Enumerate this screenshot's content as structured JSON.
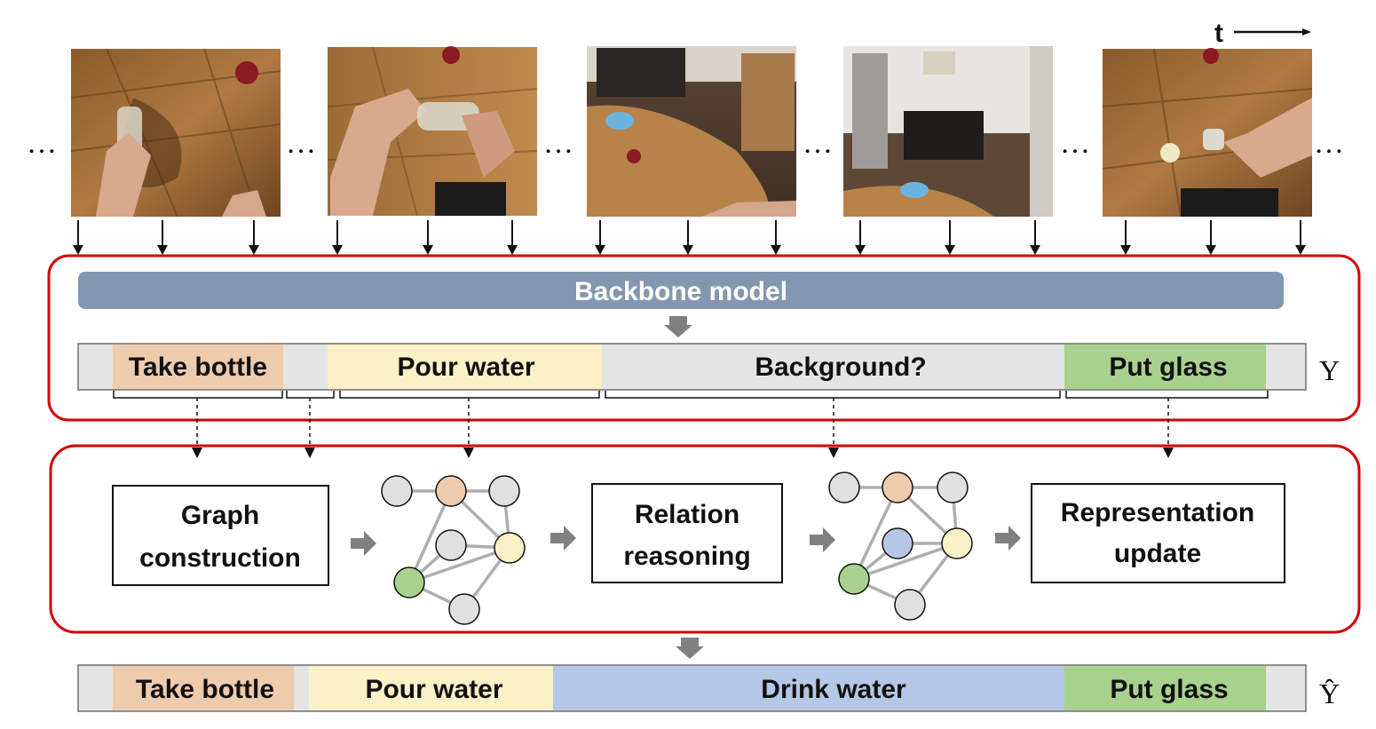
{
  "time_label": "t",
  "ellipsis": "…",
  "backbone": {
    "label": "Backbone model"
  },
  "initial_segments": {
    "label": "Y",
    "segments": [
      {
        "label": "Take bottle",
        "color": "#EFCBAE"
      },
      {
        "label": "Pour water",
        "color": "#FBF0C6"
      },
      {
        "label": "Background?",
        "color": "#E4E4E4"
      },
      {
        "label": "Put glass",
        "color": "#A9D18E"
      }
    ]
  },
  "steps": {
    "graph_construction": {
      "line1": "Graph",
      "line2": "construction"
    },
    "relation_reasoning": {
      "line1": "Relation",
      "line2": "reasoning"
    },
    "representation_update": {
      "line1": "Representation",
      "line2": "update"
    }
  },
  "refined_segments": {
    "label": "Ŷ",
    "segments": [
      {
        "label": "Take bottle",
        "color": "#EFCBAE"
      },
      {
        "label": "Pour water",
        "color": "#FBF0C6"
      },
      {
        "label": "Drink water",
        "color": "#B4C7E7"
      },
      {
        "label": "Put glass",
        "color": "#A9D18E"
      }
    ]
  },
  "colors": {
    "module_border": "#D40000",
    "backbone_fill": "#8497B0",
    "bar_background": "#E4E4E4",
    "node_gray": "#E0E0E0",
    "node_orange": "#EFCBAE",
    "node_yellow": "#FBF0C6",
    "node_green": "#A9D18E",
    "node_blue": "#B4C7E7",
    "edge": "#AFAFAF",
    "arrow": "#808080"
  },
  "frames": [
    {
      "name": "frame-1"
    },
    {
      "name": "frame-2"
    },
    {
      "name": "frame-3"
    },
    {
      "name": "frame-4"
    },
    {
      "name": "frame-5"
    }
  ]
}
